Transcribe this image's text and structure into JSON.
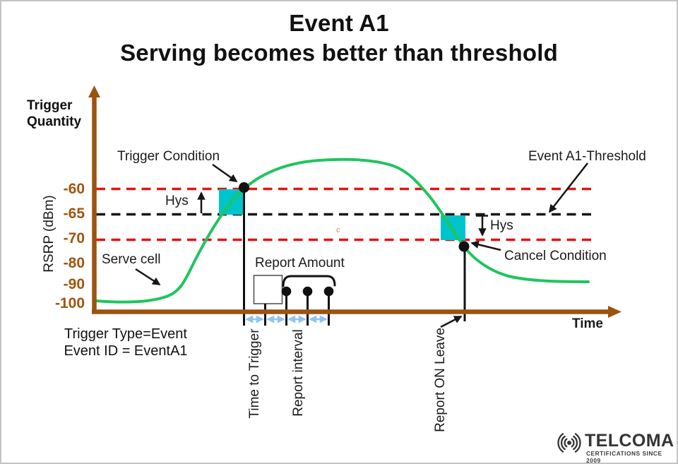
{
  "title": {
    "line1": "Event A1",
    "line2": "Serving becomes better than threshold"
  },
  "axes": {
    "y_title_line1": "Trigger",
    "y_title_line2": "Quantity",
    "y_unit": "RSRP (dBm)",
    "x_label": "Time",
    "y_ticks": [
      "-60",
      "-65",
      "-70",
      "-80",
      "-90",
      "-100"
    ]
  },
  "labels": {
    "trigger_condition": "Trigger Condition",
    "event_threshold": "Event A1-Threshold",
    "hys_left": "Hys",
    "hys_right": "Hys",
    "serve_cell": "Serve cell",
    "cancel_condition": "Cancel Condition",
    "report_amount": "Report Amount",
    "trigger_type": "Trigger Type=Event",
    "event_id": "Event ID = EventA1",
    "time_to_trigger": "Time to Trigger",
    "report_interval": "Report interval",
    "report_on_leave": "Report ON Leave",
    "stray_char": "c"
  },
  "logo": {
    "name": "TELCOMA",
    "tagline": "CERTIFICATIONS SINCE 2009",
    "icon": "radio-waves-icon"
  },
  "colors": {
    "axis_brown": "#9b5310",
    "tick_brown": "#a3540d",
    "curve_green": "#1fc55e",
    "hysteresis_cyan": "#00c4cb",
    "threshold_red_dashed": "#e31414",
    "threshold_black_dashed": "#161616",
    "interval_arrow_blue": "#8ec4f4"
  }
}
